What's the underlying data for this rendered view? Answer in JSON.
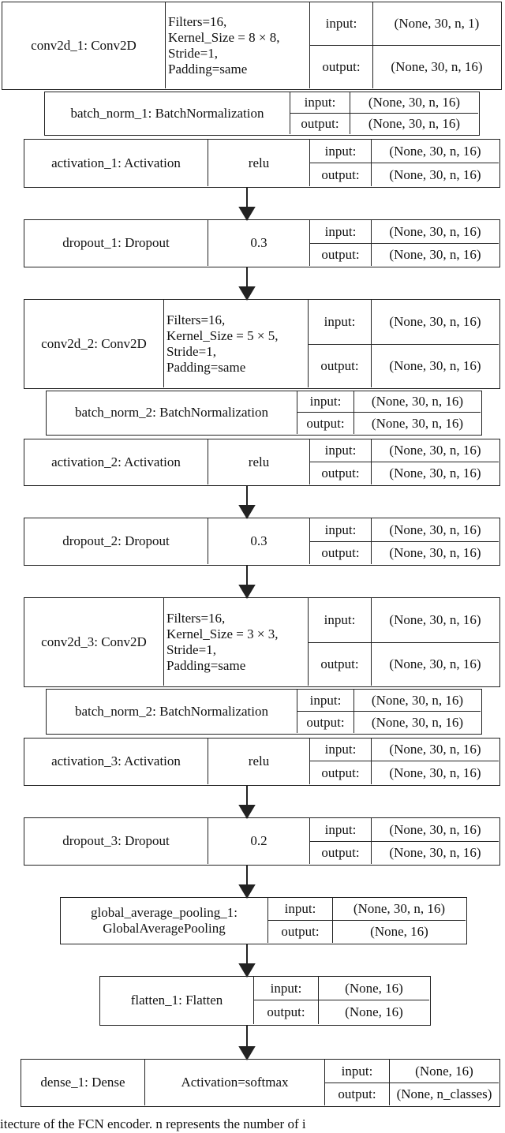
{
  "layers": [
    {
      "name": "conv2d_1: Conv2D",
      "params": [
        "Filters=16,",
        "Kernel_Size = 8 × 8,",
        "Stride=1,",
        "Padding=same"
      ],
      "input_label": "input:",
      "input": "(None, 30, n, 1)",
      "output_label": "output:",
      "output": "(None, 30, n, 16)"
    },
    {
      "name": "batch_norm_1: BatchNormalization",
      "input_label": "input:",
      "input": "(None, 30, n, 16)",
      "output_label": "output:",
      "output": "(None, 30, n, 16)"
    },
    {
      "name": "activation_1: Activation",
      "param": "relu",
      "input_label": "input:",
      "input": "(None, 30, n, 16)",
      "output_label": "output:",
      "output": "(None, 30, n, 16)"
    },
    {
      "name": "dropout_1: Dropout",
      "param": "0.3",
      "input_label": "input:",
      "input": "(None, 30, n, 16)",
      "output_label": "output:",
      "output": "(None, 30, n, 16)"
    },
    {
      "name": "conv2d_2: Conv2D",
      "params": [
        "Filters=16,",
        "Kernel_Size = 5 × 5,",
        "Stride=1,",
        "Padding=same"
      ],
      "input_label": "input:",
      "input": "(None, 30, n, 16)",
      "output_label": "output:",
      "output": "(None, 30, n, 16)"
    },
    {
      "name": "batch_norm_2: BatchNormalization",
      "input_label": "input:",
      "input": "(None, 30, n, 16)",
      "output_label": "output:",
      "output": "(None, 30, n, 16)"
    },
    {
      "name": "activation_2: Activation",
      "param": "relu",
      "input_label": "input:",
      "input": "(None, 30, n, 16)",
      "output_label": "output:",
      "output": "(None, 30, n, 16)"
    },
    {
      "name": "dropout_2: Dropout",
      "param": "0.3",
      "input_label": "input:",
      "input": "(None, 30, n, 16)",
      "output_label": "output:",
      "output": "(None, 30, n, 16)"
    },
    {
      "name": "conv2d_3: Conv2D",
      "params": [
        "Filters=16,",
        "Kernel_Size = 3 × 3,",
        "Stride=1,",
        "Padding=same"
      ],
      "input_label": "input:",
      "input": "(None, 30, n, 16)",
      "output_label": "output:",
      "output": "(None, 30, n, 16)"
    },
    {
      "name": "batch_norm_2: BatchNormalization",
      "input_label": "input:",
      "input": "(None, 30, n, 16)",
      "output_label": "output:",
      "output": "(None, 30, n, 16)"
    },
    {
      "name": "activation_3: Activation",
      "param": "relu",
      "input_label": "input:",
      "input": "(None, 30, n, 16)",
      "output_label": "output:",
      "output": "(None, 30, n, 16)"
    },
    {
      "name": "dropout_3: Dropout",
      "param": "0.2",
      "input_label": "input:",
      "input": "(None, 30, n, 16)",
      "output_label": "output:",
      "output": "(None, 30, n, 16)"
    },
    {
      "name": "global_average_pooling_1: GlobalAveragePooling",
      "input_label": "input:",
      "input": "(None, 30, n, 16)",
      "output_label": "output:",
      "output": "(None, 16)"
    },
    {
      "name": "flatten_1: Flatten",
      "input_label": "input:",
      "input": "(None, 16)",
      "output_label": "output:",
      "output": "(None, 16)"
    },
    {
      "name": "dense_1: Dense",
      "param": "Activation=softmax",
      "input_label": "input:",
      "input": "(None, 16)",
      "output_label": "output:",
      "output": "(None, n_classes)"
    }
  ],
  "caption": "itecture of the FCN encoder. n represents the number of i"
}
